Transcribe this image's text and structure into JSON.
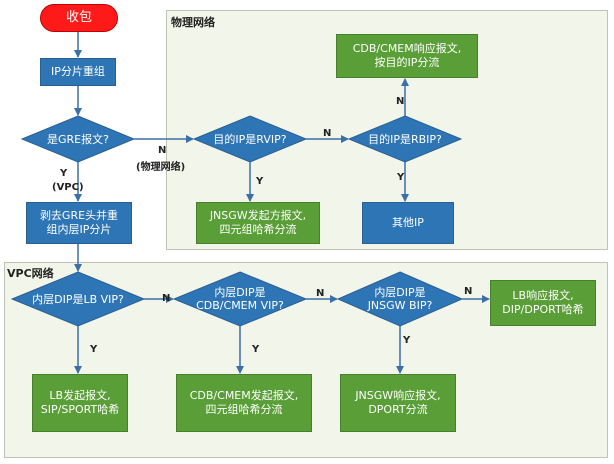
{
  "zones": {
    "physical": "物理网络",
    "vpc": "VPC网络"
  },
  "nodes": {
    "start": "收包",
    "reassemble": "IP分片重组",
    "is_gre": "是GRE报文?",
    "strip_gre": "剥去GRE头并重\n组内层IP分片",
    "dst_rvip": "目的IP是RVIP?",
    "dst_rbip": "目的IP是RBIP?",
    "cdb_reply": "CDB/CMEM响应报文,\n按目的IP分流",
    "jnsgw_init": "JNSGW发起方报文,\n四元组哈希分流",
    "other_ip": "其他IP",
    "inner_lbvip": "内层DIP是LB VIP?",
    "inner_cdbvip": "内层DIP是\nCDB/CMEM VIP?",
    "inner_jnsgwbip": "内层DIP是\nJNSGW BIP?",
    "lb_init": "LB发起报文,\nSIP/SPORT哈希",
    "cdb_init": "CDB/CMEM发起报文,\n四元组哈希分流",
    "jnsgw_reply": "JNSGW响应报文,\nDPORT分流",
    "lb_reply": "LB响应报文,\nDIP/DPORT哈希"
  },
  "edges": {
    "gre_no": "N",
    "gre_no_note": "(物理网络)",
    "gre_yes": "Y",
    "gre_yes_note": "(VPC)",
    "rvip_no": "N",
    "rvip_yes": "Y",
    "rbip_no": "N",
    "rbip_yes": "Y",
    "lbvip_no": "N",
    "lbvip_yes": "Y",
    "cdbvip_no": "N",
    "cdbvip_yes": "Y",
    "bip_no": "N",
    "bip_yes": "Y"
  },
  "colors": {
    "process": "#2e75b6",
    "result": "#5a9e37",
    "start": "#ff1a1a",
    "zone_bg": "#f2f5ea",
    "arrow": "#3b6fa8"
  }
}
